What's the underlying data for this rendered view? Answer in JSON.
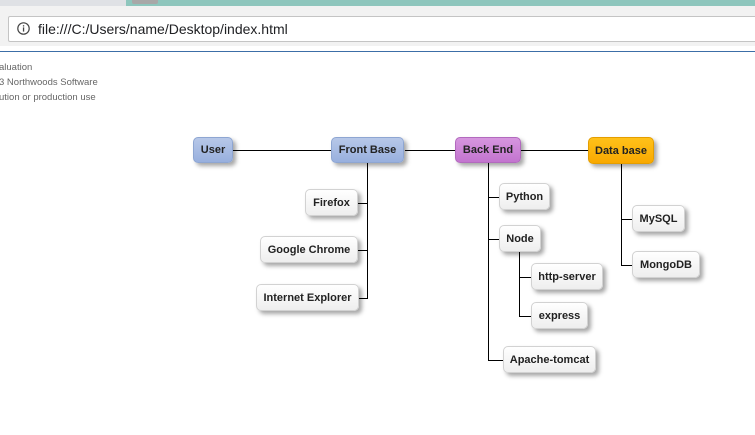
{
  "browser": {
    "url": "file:///C:/Users/name/Desktop/index.html",
    "info_icon": "info-icon"
  },
  "watermark": {
    "line1": "aluation",
    "line2": "3 Northwoods Software",
    "line3": "ution or production use"
  },
  "diagram": {
    "colors": {
      "blue": "#a8bde4",
      "purple": "#cc85d8",
      "orange": "#ffb300",
      "white": "#f7f7f7",
      "edge": "#000000"
    },
    "nodes": {
      "user": "User",
      "front_base": "Front Base",
      "back_end": "Back End",
      "data_base": "Data base",
      "firefox": "Firefox",
      "google_chrome": "Google Chrome",
      "internet_explorer": "Internet Explorer",
      "python": "Python",
      "node": "Node",
      "http_server": "http-server",
      "express": "express",
      "apache_tomcat": "Apache-tomcat",
      "mysql": "MySQL",
      "mongodb": "MongoDB"
    }
  }
}
